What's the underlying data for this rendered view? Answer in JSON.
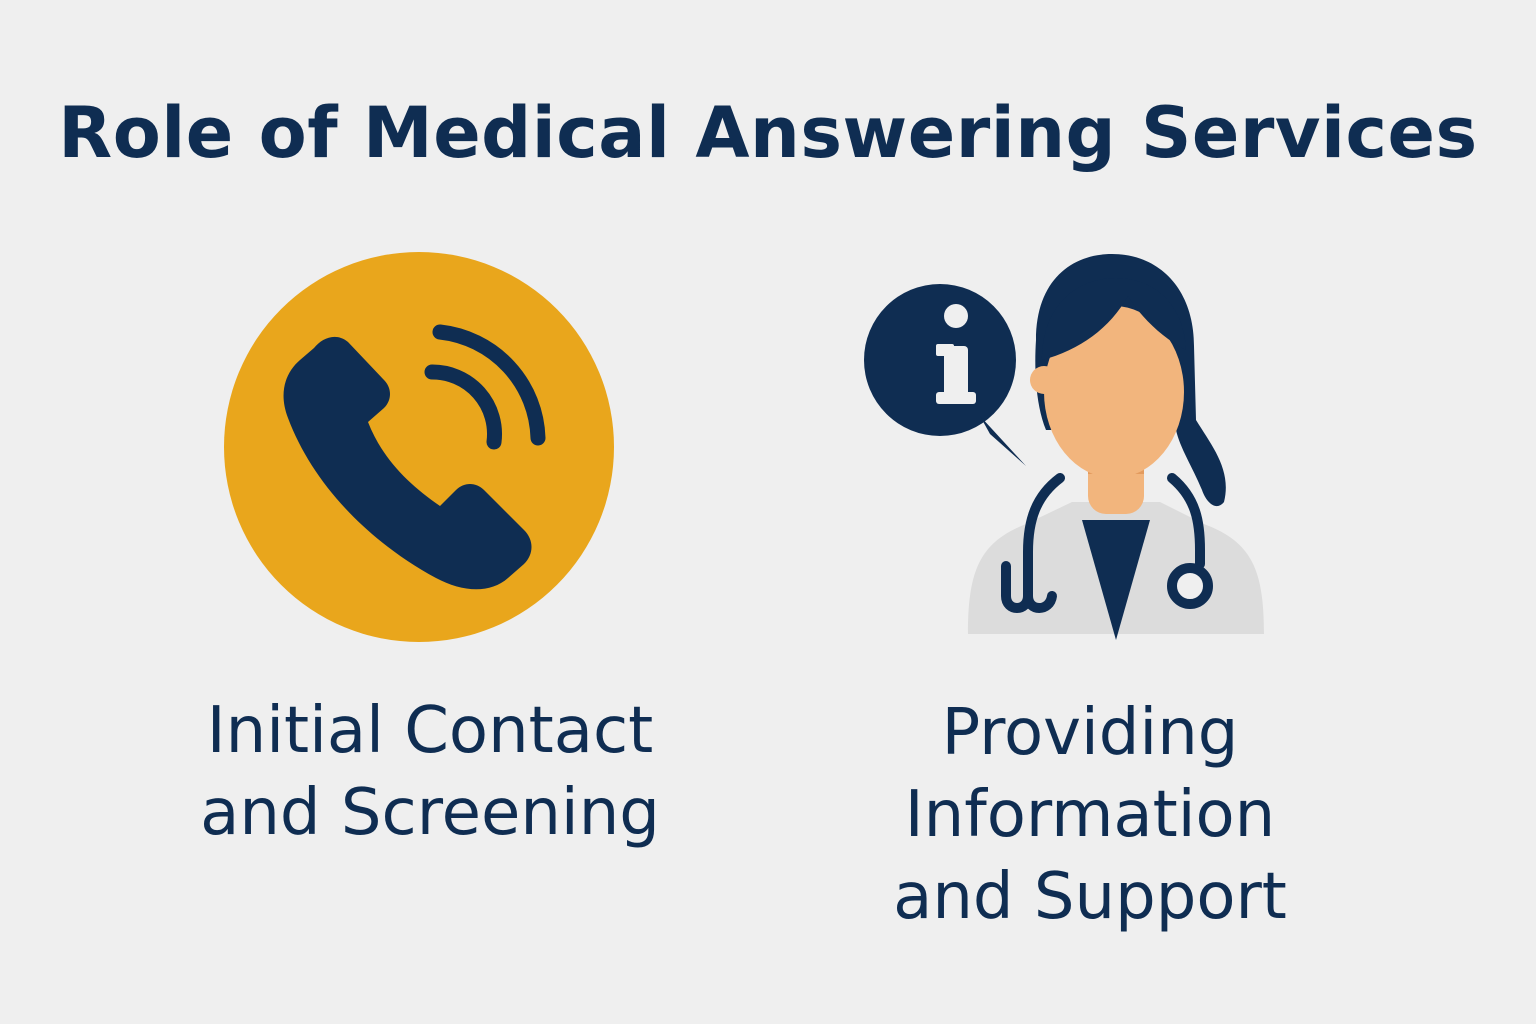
{
  "header": {
    "title": "Role of Medical Answering Services"
  },
  "cards": [
    {
      "icon": "phone-ringing-icon",
      "label_lines": [
        "Initial Contact",
        "and Screening"
      ]
    },
    {
      "icon": "doctor-info-icon",
      "label_lines": [
        "Providing",
        "Information",
        "and Support"
      ]
    }
  ],
  "colors": {
    "background": "#efefef",
    "navy": "#0f2d52",
    "gold": "#e9a61c",
    "skin": "#f2b57d",
    "coat": "#dcdcdc"
  }
}
